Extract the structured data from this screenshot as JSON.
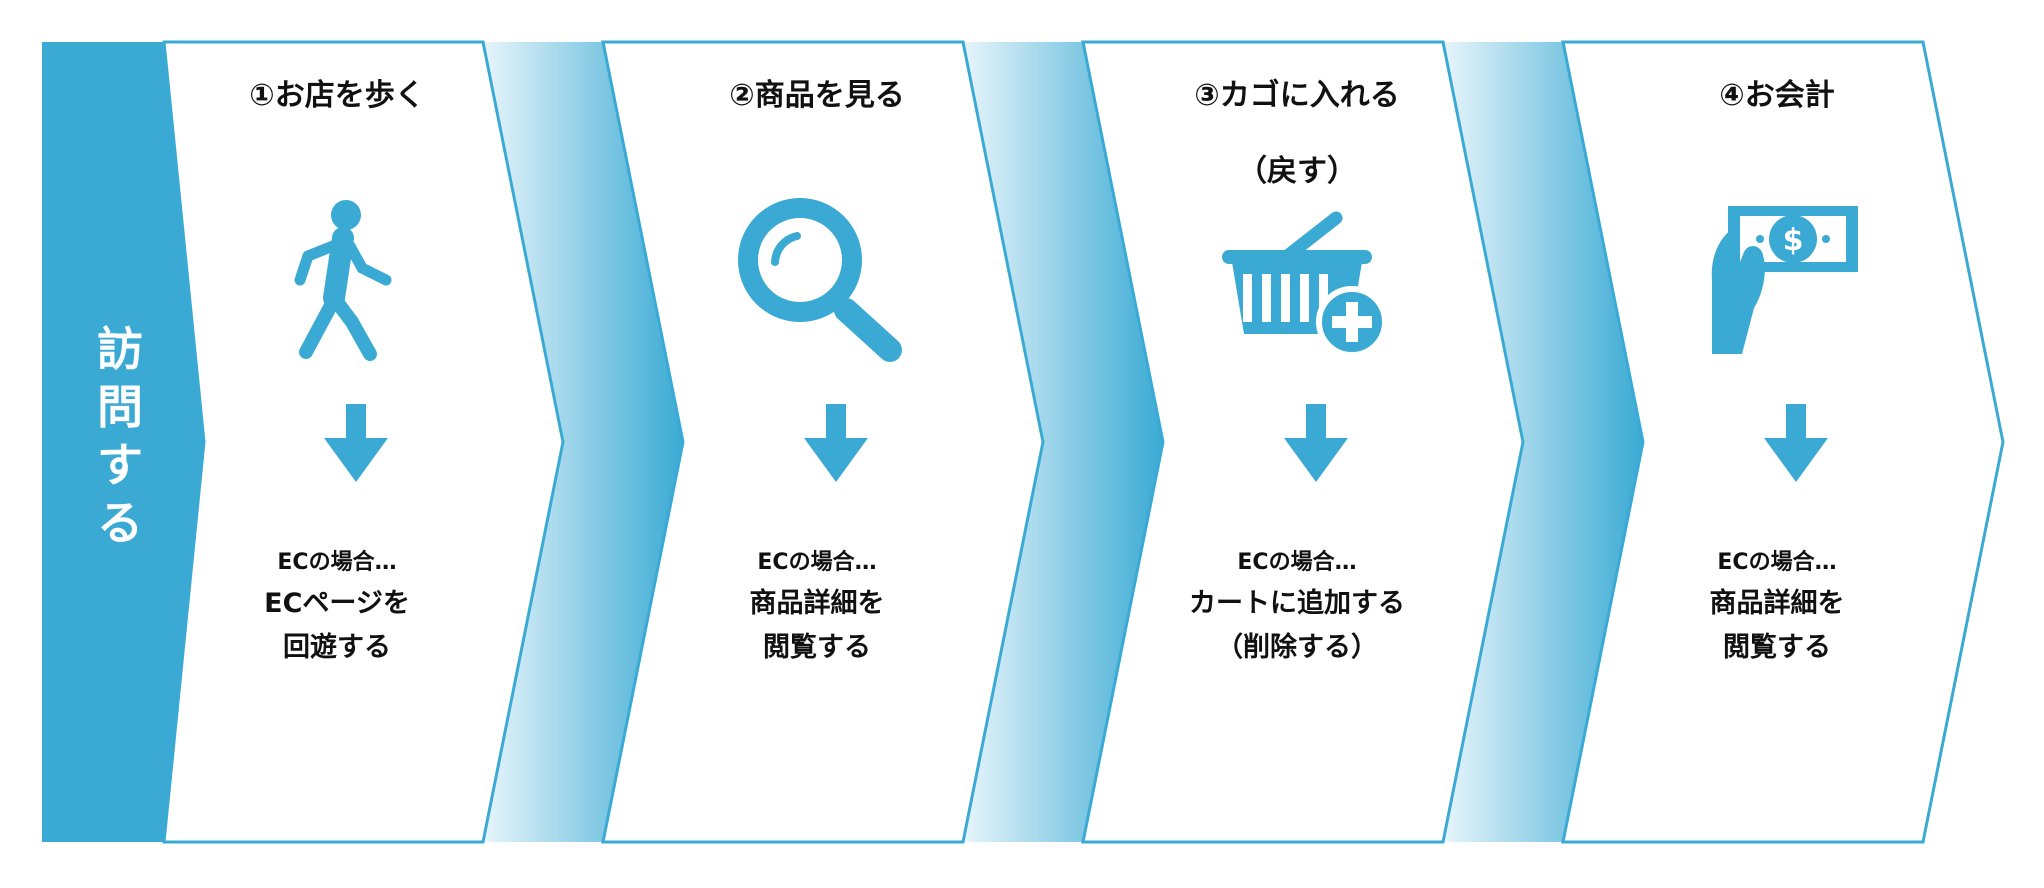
{
  "colors": {
    "accent": "#3aaad4",
    "arrow_fade": "#e6f4fa",
    "text": "#111111",
    "background": "#ffffff"
  },
  "visit_label": "訪問する",
  "steps": [
    {
      "title": "①お店を歩く",
      "icon": "walking-person-icon",
      "ec_label": "ECの場合…",
      "ec_action": "ECページを\n回遊する"
    },
    {
      "title": "②商品を見る",
      "icon": "magnifier-icon",
      "ec_label": "ECの場合…",
      "ec_action": "商品詳細を\n閲覧する"
    },
    {
      "title": "③カゴに入れる\n（戻す）",
      "icon": "basket-add-icon",
      "ec_label": "ECの場合…",
      "ec_action": "カートに追加する\n（削除する）"
    },
    {
      "title": "④お会計",
      "icon": "hand-money-icon",
      "ec_label": "ECの場合…",
      "ec_action": "商品詳細を\n閲覧する"
    }
  ]
}
